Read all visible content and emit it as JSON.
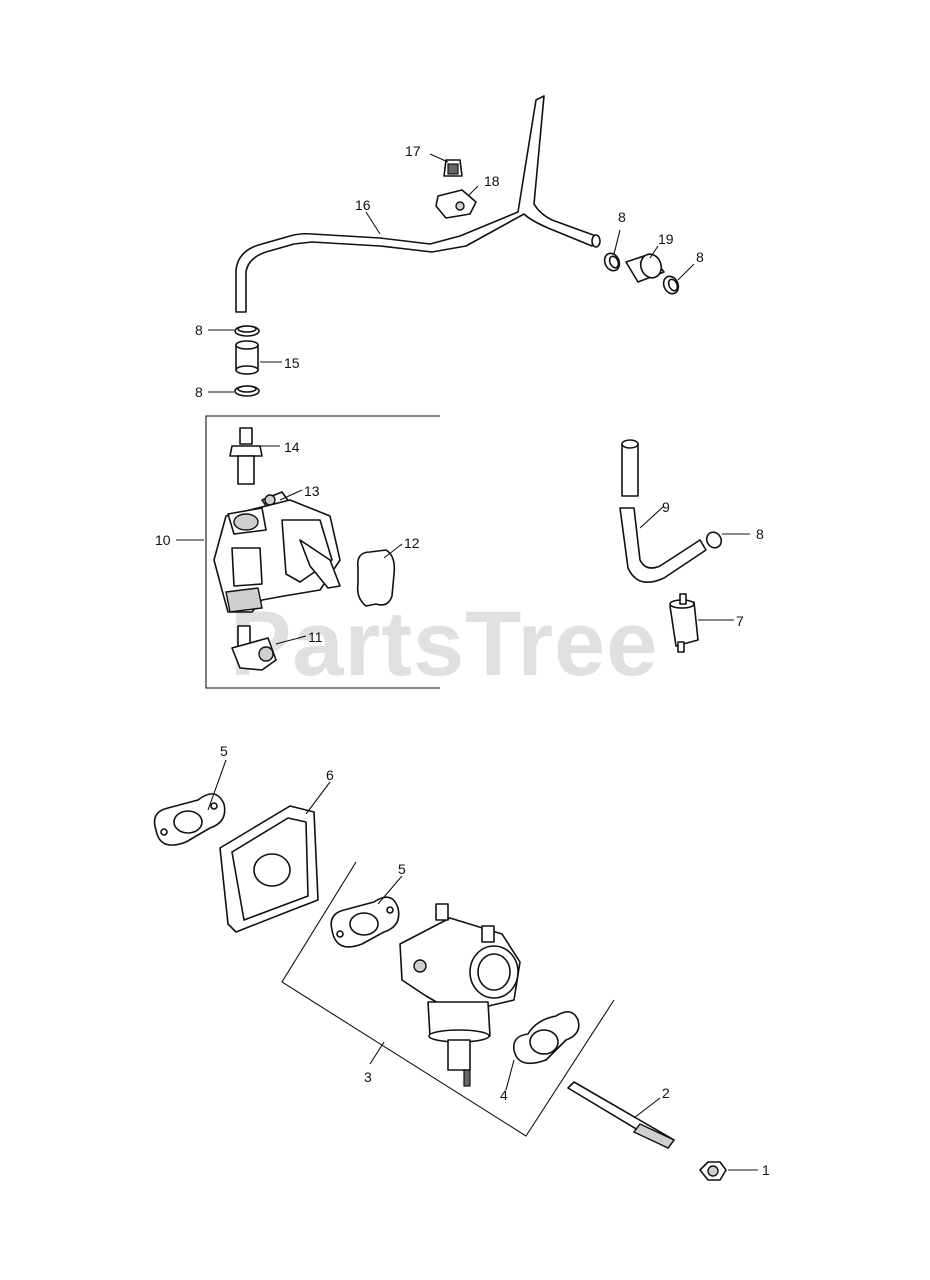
{
  "watermark": "PartsTree",
  "callouts": {
    "c1": "1",
    "c2": "2",
    "c3": "3",
    "c4": "4",
    "c5a": "5",
    "c5b": "5",
    "c6": "6",
    "c7": "7",
    "c8a": "8",
    "c8b": "8",
    "c8c": "8",
    "c8d": "8",
    "c8e": "8",
    "c9": "9",
    "c10": "10",
    "c11": "11",
    "c12": "12",
    "c13": "13",
    "c14": "14",
    "c15": "15",
    "c16": "16",
    "c17": "17",
    "c18": "18",
    "c19": "19"
  }
}
